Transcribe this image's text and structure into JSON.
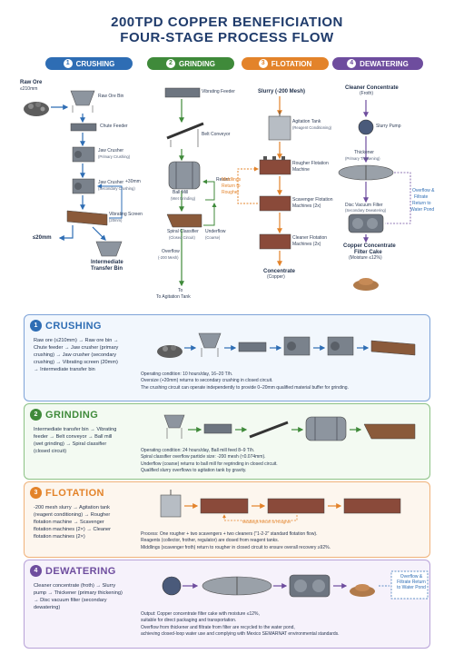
{
  "title": {
    "line1": "200TPD COPPER BENEFICIATION",
    "line2": "FOUR-STAGE PROCESS FLOW"
  },
  "stages": [
    {
      "num": "1",
      "label": "CRUSHING",
      "color": "#2e6db4"
    },
    {
      "num": "2",
      "label": "GRINDING",
      "color": "#3f8a3a"
    },
    {
      "num": "3",
      "label": "FLOTATION",
      "color": "#e3832a"
    },
    {
      "num": "4",
      "label": "DEWATERING",
      "color": "#6e4d9e"
    }
  ],
  "crushing_flow": {
    "raw_ore": "Raw Ore",
    "raw_ore_size": "≤210mm",
    "bin": "Raw Ore Bin",
    "chute": "Chute Feeder",
    "jaw1": "Jaw Crusher",
    "jaw1_sub": "(Primary Crushing)",
    "jaw2": "Jaw Crusher",
    "jaw2_sub": "(Secondary Crushing)",
    "oversize": "+30mm",
    "screen": "Vibrating Screen",
    "screen_sub": "(20mm)",
    "undersize": "≤20mm",
    "transfer_bin": "Intermediate",
    "transfer_bin2": "Transfer Bin"
  },
  "grinding_flow": {
    "feeder": "Vibrating Feeder",
    "belt": "Belt Conveyor",
    "ball_mill": "Ball Mill",
    "ball_mill_sub": "(Wet Grinding)",
    "return": "Return",
    "classifier": "Spiral Classifier",
    "classifier_sub": "(Closed Circuit)",
    "underflow": "Underflow",
    "underflow_sub": "(Coarse)",
    "overflow": "Overflow",
    "overflow_sub": "(-200 Mesh)",
    "to_tank": "To",
    "to_tank2": "To Agitation Tank"
  },
  "flotation_flow": {
    "slurry": "Slurry (-200 Mesh)",
    "tank": "Agitation Tank",
    "tank_sub": "(Reagent Conditioning)",
    "rougher": "Rougher Flotation",
    "rougher2": "Machine",
    "scavenger": "Scavenger Flotation",
    "scavenger2": "Machines (2x)",
    "cleaner": "Cleaner Flotation",
    "cleaner2": "Machines (2x)",
    "middlings": "Middlings",
    "middlings2": "Return to",
    "middlings3": "Rougher",
    "concentrate": "Concentrate",
    "concentrate_sub": "(Copper)"
  },
  "dewatering_flow": {
    "input": "Cleaner Concentrate",
    "input_sub": "(Froth)",
    "pump": "Slurry Pump",
    "thickener": "Thickener",
    "thickener_sub": "(Primary Thickening)",
    "filter": "Disc Vacuum Filter",
    "filter_sub": "(Secondary Dewatering)",
    "overflow_note": "Overflow &",
    "overflow_note2": "Filtrate",
    "overflow_note3": "Return to",
    "overflow_note4": "Water Pond",
    "cake": "Copper Concentrate",
    "cake2": "Filter Cake",
    "cake3": "(Moisture ≤12%)"
  },
  "panels": {
    "crushing": {
      "num": "1",
      "title": "CRUSHING",
      "desc": [
        "Raw ore (≤210mm) → Raw ore bin →",
        "Chute feeder → Jaw crusher (primary",
        "crushing) → Jaw crusher (secondary",
        "crushing) → Vibrating screen (20mm)",
        "→ Intermediate transfer bin"
      ],
      "notes": [
        "Operating condition: 10 hours/day, 16–20 T/h.",
        "Oversize (+20mm) returns to secondary crushing in closed circuit.",
        "The crushing circuit can operate independently to provide 0–20mm qualified material buffer for grinding."
      ]
    },
    "grinding": {
      "num": "2",
      "title": "GRINDING",
      "desc": [
        "Intermediate transfer bin → Vibrating",
        "feeder → Belt conveyor → Ball mill",
        "(wet grinding) → Spiral classifier",
        "(closed circuit)"
      ],
      "notes": [
        "Operating condition: 24 hours/day, Ball mill feed 8–9 T/h.",
        "Spiral classifier overflow particle size: -200 mesh (≈0.074mm).",
        "Underflow (coarse) returns to ball mill for regrinding in closed circuit.",
        "Qualified slurry overflows to agitation tank by gravity."
      ]
    },
    "flotation": {
      "num": "3",
      "title": "FLOTATION",
      "desc": [
        "-200 mesh slurry → Agitation tank",
        "(reagent conditioning) → Rougher",
        "flotation machine → Scavenger",
        "flotation machines (2×) → Cleaner",
        "flotation machines (2×)"
      ],
      "notes": [
        "Process: One rougher + two scavengers + two cleaners (\"1-2-2\" standard flotation flow).",
        "Reagents (collector, frother, regulator) are dosed from reagent tanks.",
        "Middlings (scavenger froth) return to rougher in closed circuit to ensure overall recovery ≥92%."
      ],
      "middlings_label": "Middlings Return to Rougher"
    },
    "dewatering": {
      "num": "4",
      "title": "DEWATERING",
      "desc": [
        "Cleaner concentrate (froth) → Slurry",
        "pump → Thickener (primary thickening)",
        "→ Disc vacuum filter (secondary",
        "dewatering)"
      ],
      "notes": [
        "Output: Copper concentrate filter cake with moisture ≤12%,",
        "suitable for direct packaging and transportation.",
        "Overflow from thickener and filtrate from filter are recycled to the water pond,",
        "achieving closed-loop water use and complying with Mexico SEMARNAT environmental standards."
      ],
      "overflow_box": [
        "Overflow &",
        "Filtrate Return",
        "to Water Pond"
      ]
    }
  },
  "colors": {
    "crushing": "#2e6db4",
    "grinding": "#3f8a3a",
    "flotation": "#e3832a",
    "dewatering": "#6e4d9e",
    "title": "#1f3b6b"
  }
}
